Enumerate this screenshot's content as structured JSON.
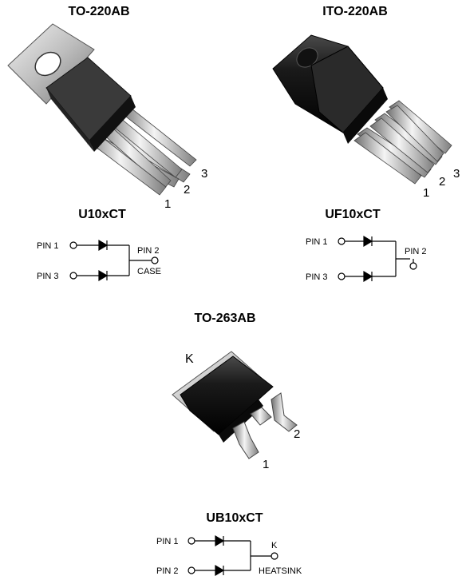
{
  "packages": [
    {
      "title": "TO-220AB",
      "pins": [
        "1",
        "2",
        "3"
      ]
    },
    {
      "title": "ITO-220AB",
      "pins": [
        "1",
        "2",
        "3"
      ]
    },
    {
      "title": "TO-263AB",
      "tab_label": "K",
      "pins": [
        "1",
        "2"
      ]
    }
  ],
  "schematics": [
    {
      "title": "U10xCT",
      "in_a": "PIN 1",
      "in_b": "PIN 3",
      "out": "PIN 2",
      "out_sub": "CASE"
    },
    {
      "title": "UF10xCT",
      "in_a": "PIN 1",
      "in_b": "PIN 3",
      "out": "PIN 2",
      "out_sub": ""
    },
    {
      "title": "UB10xCT",
      "in_a": "PIN 1",
      "in_b": "PIN 2",
      "out": "K",
      "out_sub": "HEATSINK"
    }
  ]
}
